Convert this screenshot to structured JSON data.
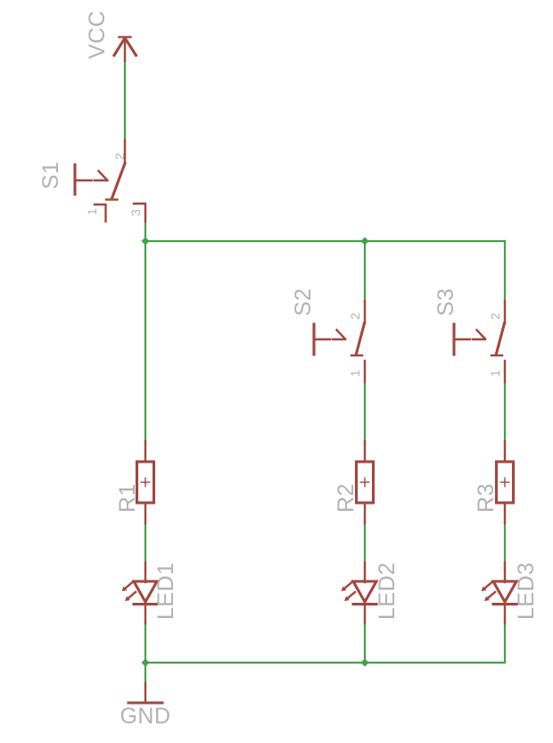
{
  "schematic": {
    "vcc_label": "VCC",
    "gnd_label": "GND",
    "switches": [
      {
        "ref": "S1",
        "pin1": "1",
        "pin2": "2",
        "pin3": "3"
      },
      {
        "ref": "S2",
        "pin1": "1",
        "pin2": "2"
      },
      {
        "ref": "S3",
        "pin1": "1",
        "pin2": "2"
      }
    ],
    "resistors": [
      {
        "ref": "R1"
      },
      {
        "ref": "R2"
      },
      {
        "ref": "R3"
      }
    ],
    "leds": [
      {
        "ref": "LED1"
      },
      {
        "ref": "LED2"
      },
      {
        "ref": "LED3"
      }
    ],
    "colors": {
      "wire_green": "#45a049",
      "symbol_red": "#a2473f",
      "label_gray": "#b2b2b2",
      "background": "#ffffff"
    }
  }
}
